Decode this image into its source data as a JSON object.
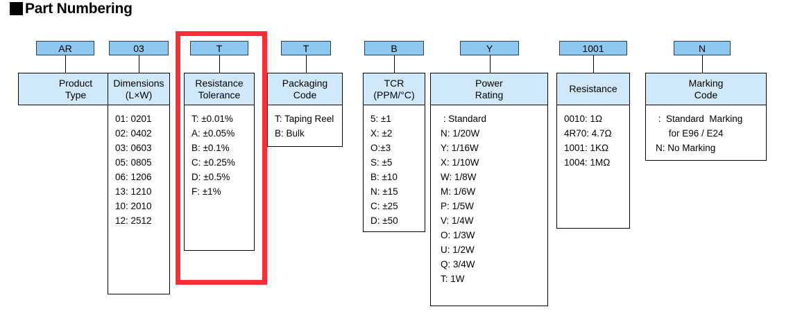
{
  "page": {
    "title": "Part Numbering",
    "bullet_icon": "filled-square-bullet"
  },
  "colors": {
    "code_chip": "#8ec8f0",
    "header": "#cfe9fb",
    "highlight": "#fc2e35",
    "border": "#000000"
  },
  "highlight": {
    "target_column": "Resistance Tolerance",
    "label": "resistance-tolerance-highlight"
  },
  "columns": [
    {
      "key": "product_type",
      "code": "AR",
      "header_lines": [
        "Product",
        "Type"
      ],
      "items": []
    },
    {
      "key": "dimensions",
      "code": "03",
      "header_lines": [
        "Dimensions",
        "(L×W)"
      ],
      "items": [
        "01: 0201",
        "02: 0402",
        "03: 0603",
        "05: 0805",
        "06: 1206",
        "13: 1210",
        "10: 2010",
        "12: 2512"
      ]
    },
    {
      "key": "resistance_tolerance",
      "code": "T",
      "header_lines": [
        "Resistance",
        "Tolerance"
      ],
      "items": [
        "T: ±0.01%",
        "A: ±0.05%",
        "B: ±0.1%",
        "C: ±0.25%",
        "D: ±0.5%",
        "F: ±1%"
      ]
    },
    {
      "key": "packaging_code",
      "code": "T",
      "header_lines": [
        "Packaging",
        "Code"
      ],
      "items": [
        "T: Taping Reel",
        "B: Bulk"
      ]
    },
    {
      "key": "tcr",
      "code": "B",
      "header_lines": [
        "TCR",
        "(PPM/°C)"
      ],
      "items": [
        "5: ±1",
        "X: ±2",
        "O:±3",
        "S: ±5",
        "B: ±10",
        "N: ±15",
        "C: ±25",
        "D: ±50"
      ]
    },
    {
      "key": "power_rating",
      "code": "Y",
      "header_lines": [
        "Power",
        "Rating"
      ],
      "items": [
        " : Standard",
        "N: 1/20W",
        "Y: 1/16W",
        "X: 1/10W",
        "W: 1/8W",
        "M: 1/6W",
        "P: 1/5W",
        "V: 1/4W",
        "O: 1/3W",
        "U: 1/2W",
        "Q: 3/4W",
        "T: 1W"
      ]
    },
    {
      "key": "resistance",
      "code": "1001",
      "header_lines": [
        "Resistance"
      ],
      "items": [
        "0010: 1Ω",
        "4R70: 4.7Ω",
        "1001: 1KΩ",
        "1004: 1MΩ"
      ]
    },
    {
      "key": "marking_code",
      "code": "N",
      "header_lines": [
        "Marking",
        "Code"
      ],
      "items": [
        " :  Standard  Marking",
        "     for E96 / E24",
        "N: No Marking"
      ]
    }
  ]
}
